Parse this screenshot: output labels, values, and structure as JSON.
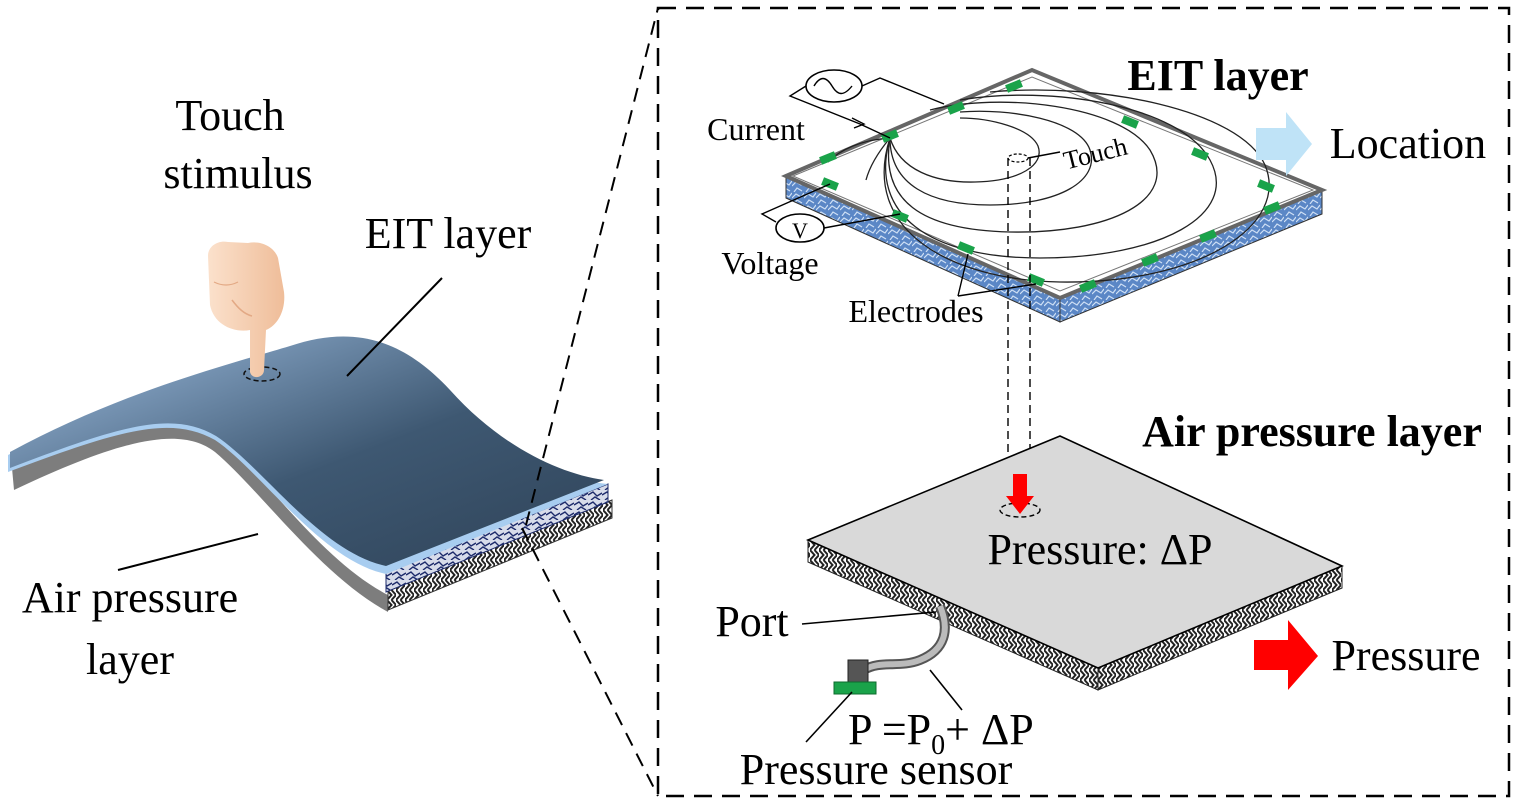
{
  "left_panel": {
    "touch_stimulus_line1": "Touch",
    "touch_stimulus_line2": "stimulus",
    "eit_layer": "EIT layer",
    "air_pressure_line1": "Air pressure",
    "air_pressure_line2": "layer"
  },
  "right_panel": {
    "eit_title": "EIT layer",
    "current": "Current",
    "voltage": "Voltage",
    "voltmeter_symbol": "V",
    "electrodes": "Electrodes",
    "touch": "Touch",
    "location": "Location",
    "air_pressure_title": "Air pressure layer",
    "pressure_delta": "Pressure: ΔP",
    "port": "Port",
    "pressure": "Pressure",
    "equation_p": "P =P",
    "equation_sub": "0",
    "equation_rest": "+ ΔP",
    "pressure_sensor": "Pressure sensor"
  },
  "colors": {
    "electrode_green": "#1aa34a",
    "location_arrow": "#bfe3f7",
    "pressure_arrow": "#ff0000",
    "eit_layer_blue": "#9cc3ea",
    "air_layer_gray": "#d9d9d9",
    "finger_skin": "#f8d2b4"
  }
}
